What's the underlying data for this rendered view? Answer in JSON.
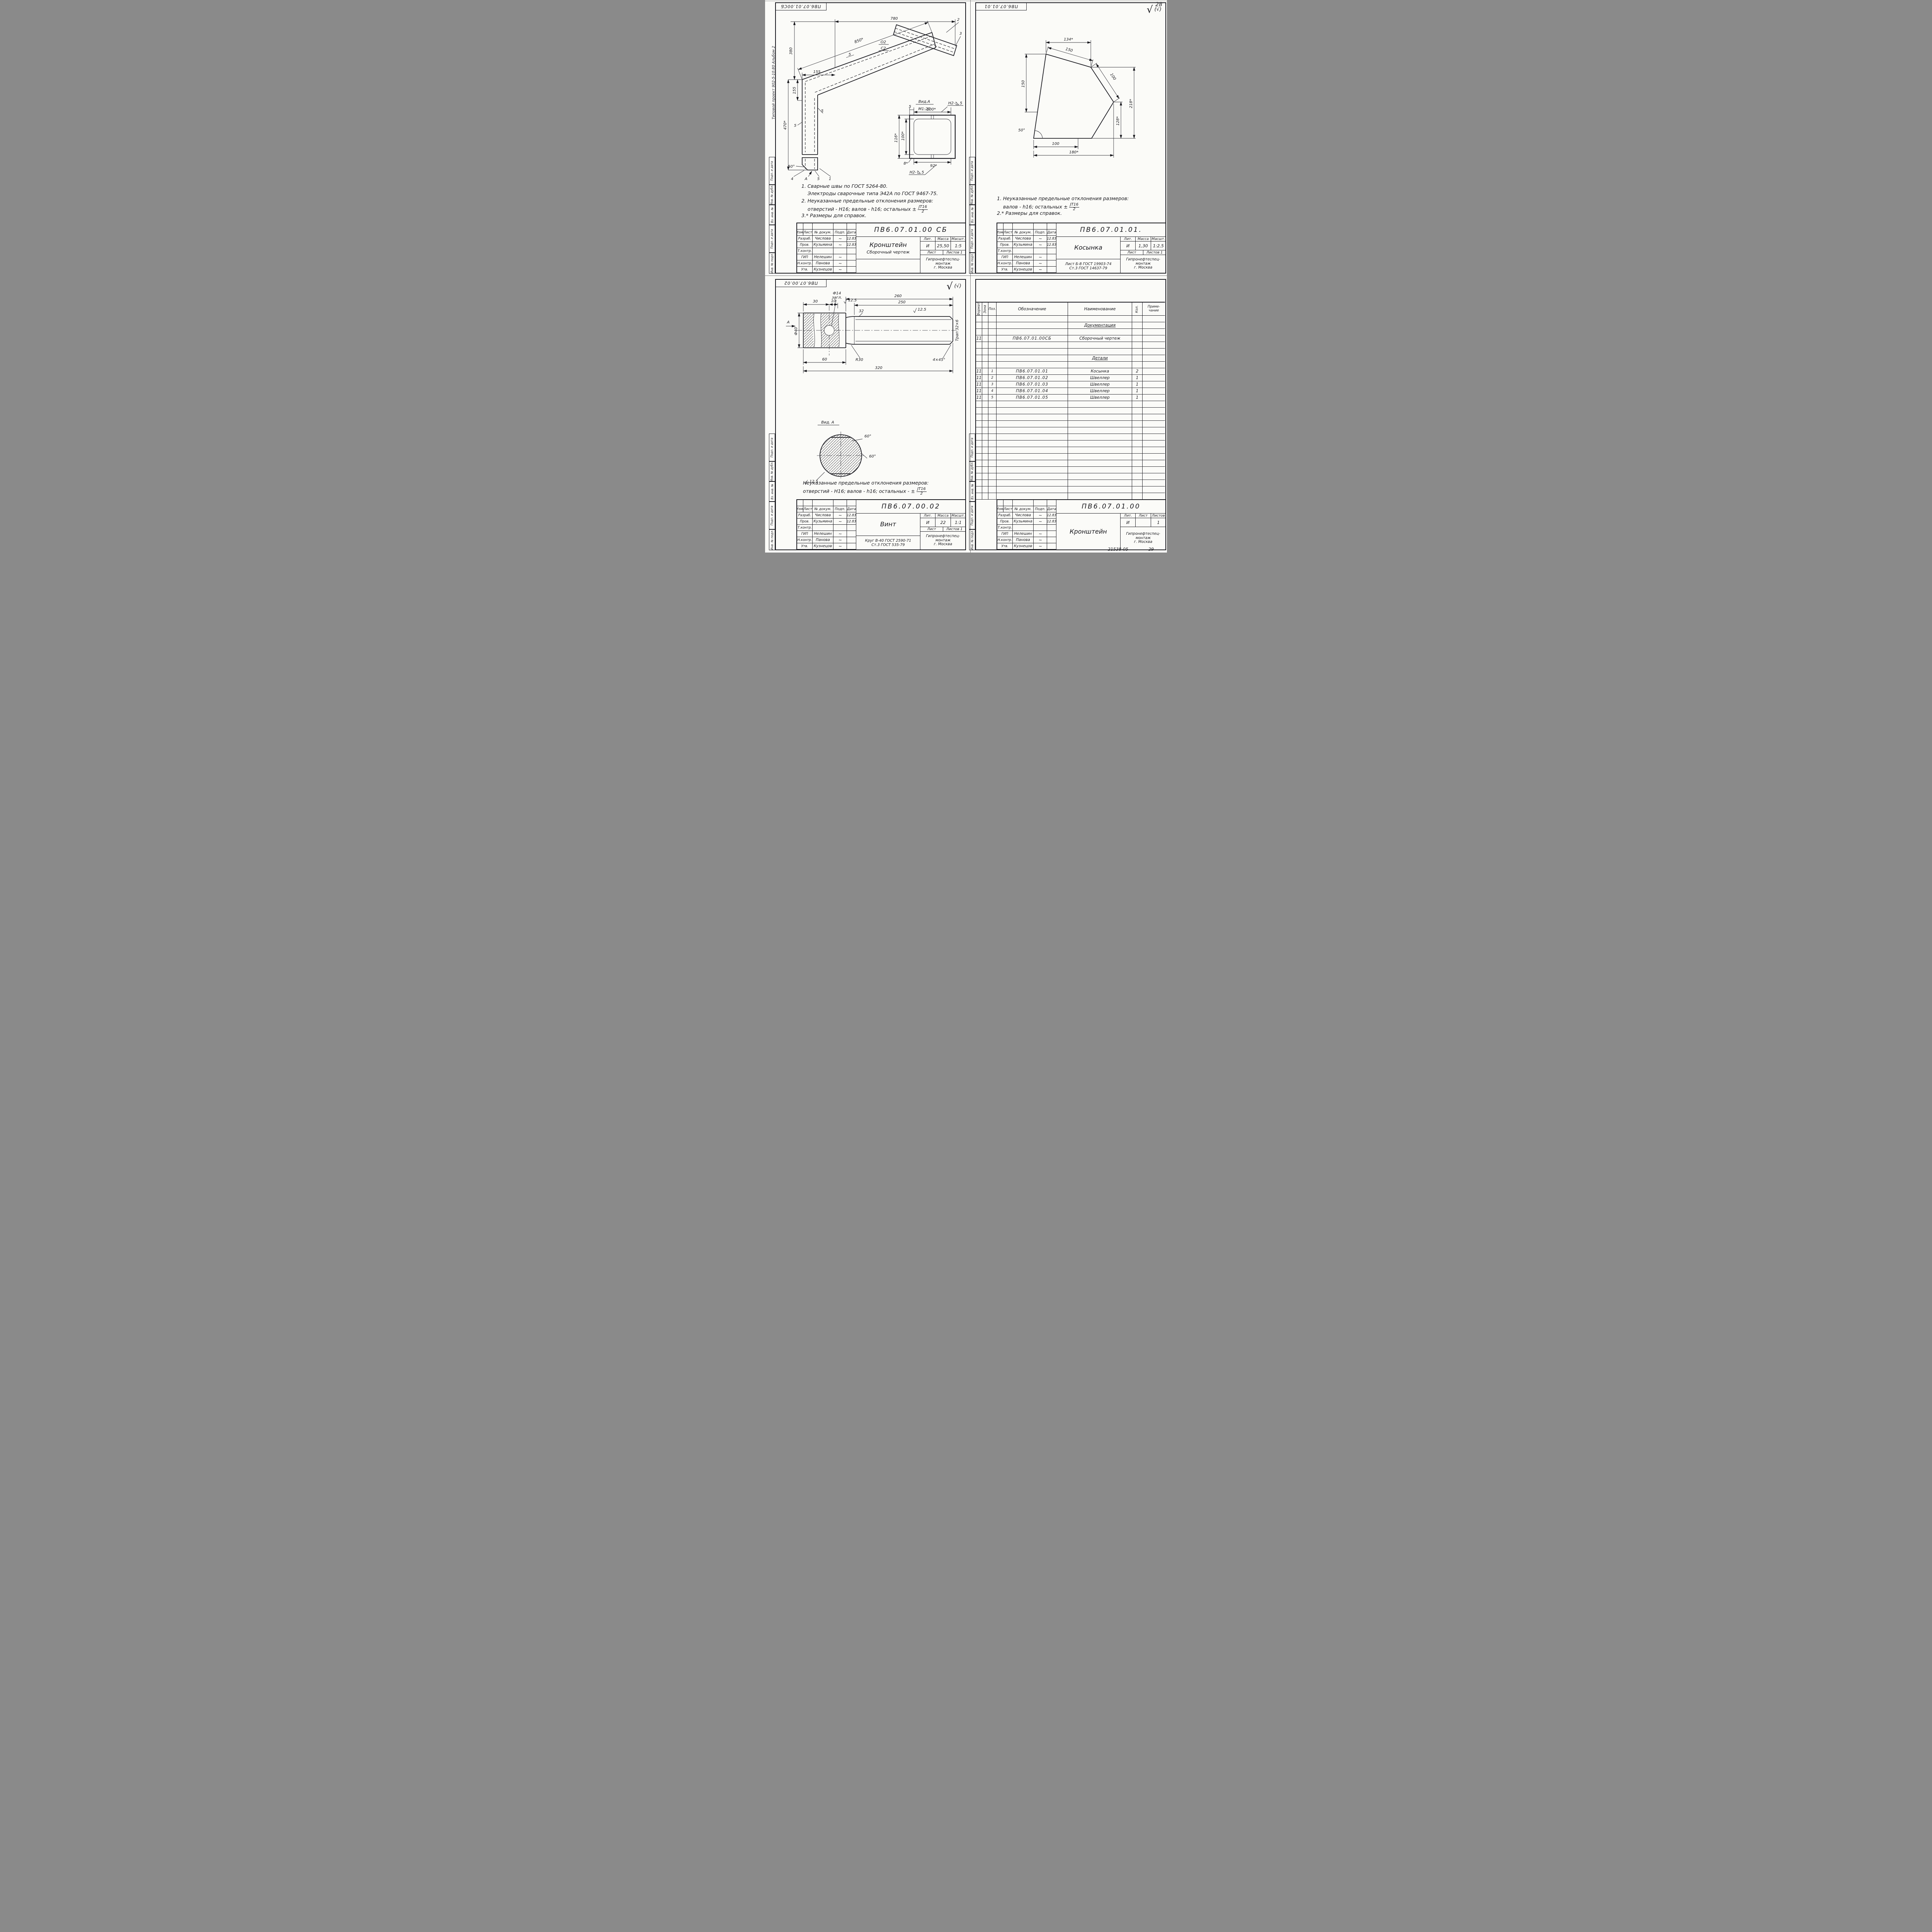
{
  "page": {
    "number": "28",
    "footer_order": "21538-05",
    "footer_sheet": "29"
  },
  "common": {
    "margin_note": "Типовой проект 902-5-10.80 Альбом 2",
    "side_stamps": [
      "Подп. и дата",
      "Инв. № дубл.",
      "Вз. инв. №",
      "Подп. и дата",
      "Инв. № подл."
    ],
    "tb": {
      "header": [
        "Изм.",
        "Лист",
        "№ докум.",
        "Подп.",
        "Дата"
      ],
      "rows": [
        {
          "role": "Разраб.",
          "name": "Числова",
          "sig": "~",
          "date": "12.83"
        },
        {
          "role": "Пров.",
          "name": "Кузьмина",
          "sig": "~",
          "date": "12.83"
        },
        {
          "role": "Т.контр.",
          "name": "",
          "sig": "",
          "date": ""
        },
        {
          "role": "ГИП",
          "name": "Нелешин",
          "sig": "~",
          "date": ""
        },
        {
          "role": "Н.контр.",
          "name": "Панова",
          "sig": "~",
          "date": ""
        },
        {
          "role": "Утв.",
          "name": "Кузнецов",
          "sig": "~",
          "date": ""
        }
      ],
      "lit_label": "Лит.",
      "massa_label": "Масса",
      "masshtab_label": "Масшт.",
      "list_label": "Лист",
      "listov_label": "Листов",
      "listov_value": "1",
      "org": "Гипронефтеспец-\nмонтаж\nг. Москва"
    }
  },
  "q1": {
    "stamp": "ПВ6.07.01.00СБ",
    "dims": {
      "d780": "780",
      "d850": "850*",
      "w5a": "5",
      "d380": "380",
      "d470": "470*",
      "d155v": "155",
      "d155h": "155",
      "a50": "50°",
      "w5b": "5",
      "w5c": "5",
      "p1": "1",
      "p2": "2",
      "p3": "3",
      "p4": "4",
      "p5": "5",
      "pA": "А",
      "o2": "О2",
      "c2": "С2"
    },
    "section": {
      "title": "Вид.А",
      "scale": "М1:20",
      "w5": "5",
      "d100t": "100*",
      "weld": "Н2-",
      "weldsize": "5",
      "d116": "116*",
      "d100l": "100*",
      "d8": "8*",
      "d92": "92*",
      "weldb": "Н2-",
      "weldbsize": "5"
    },
    "notes": {
      "n1": "1. Сварные швы по ГОСТ 5264-80.",
      "n1b": "Электроды сварочные типа Э42А по ГОСТ 9467-75.",
      "n2": "2. Неуказанные предельные отклонения размеров:",
      "tol_pre": "отверстий - Н16;  валов - h16;  остальных ±",
      "tol_num": "JT16",
      "tol_den": "2",
      "n3": "3.* Размеры для справок."
    },
    "tb": {
      "designation": "ПВ6.07.01.00 СБ",
      "name": "Кронштейн",
      "subtitle": "Сборочный чертеж",
      "lit": "И",
      "massa": "25,50",
      "masshtab": "1:5",
      "mat1": "",
      "mat2": ""
    }
  },
  "q2": {
    "stamp": "ПВ6.07.01.01",
    "finish_main": "√",
    "finish_ref": "(√)",
    "dims": {
      "d134": "134*",
      "d150s": "150",
      "d100s": "100",
      "d218": "218*",
      "d128": "128*",
      "d150v": "150",
      "a50": "50°",
      "d100b": "100",
      "d180": "180*"
    },
    "notes": {
      "n1": "1. Неуказанные предельные отклонения размеров:",
      "tol_pre": "валов - h16;  остальных ±",
      "tol_num": "JT16",
      "tol_den": "2",
      "n2": "2.* Размеры для справок."
    },
    "tb": {
      "designation": "ПВ6.07.01.01.",
      "name": "Косынка",
      "subtitle": "",
      "lit": "И",
      "massa": "1,30",
      "masshtab": "1:2,5",
      "mat1": "Лист Б-8 ГОСТ 19903-74",
      "mat2": "Ст.3 ГОСТ 14637-79"
    }
  },
  "q3": {
    "stamp": "ПВ6.07.00.02",
    "finish_main": "√",
    "finish_ref": "(√)",
    "dims": {
      "f40": "Ф40",
      "pA": "А",
      "d30": "30",
      "d10": "10",
      "f14": "Ф14",
      "f14note": "загл.",
      "r125a": "12.5",
      "d260": "260",
      "d250": "250",
      "d32": "32",
      "r125b": "12.5",
      "trap": "Трап 32×6",
      "r30": "R30",
      "ch": "4×45°",
      "d60": "60",
      "d320": "320"
    },
    "view": {
      "title": "Вид. А",
      "a60a": "60°",
      "a60b": "60°",
      "r125": "12.5"
    },
    "notes": {
      "n1": "Неуказанные предельные отклонения размеров:",
      "tol_pre": "отверстий - Н16;  валов - h16;  остальных - ±",
      "tol_num": "JT16",
      "tol_den": "2"
    },
    "tb": {
      "designation": "ПВ6.07.00.02",
      "name": "Винт",
      "subtitle": "",
      "lit": "И",
      "massa": "22",
      "masshtab": "1:1",
      "mat1": "Круг В-40 ГОСТ 2590-71",
      "mat2": "Ст.3 ГОСТ 535-79"
    }
  },
  "q4": {
    "headers": {
      "format": "Формат",
      "zona": "Зона",
      "poz": "Поз.",
      "obozn": "Обозначение",
      "naimen": "Наименование",
      "kol": "Кол.",
      "prim1": "Приме-",
      "prim2": "чание"
    },
    "rows": [
      {},
      {
        "section": "Документация"
      },
      {},
      {
        "format": "11",
        "code": "ПВ6.07.01.00СБ",
        "name": "Сборочный чертеж"
      },
      {},
      {},
      {
        "section": "Детали"
      },
      {},
      {
        "format": "11",
        "pos": "1",
        "code": "ПВ6.07.01.01",
        "name": "Косынка",
        "qty": "2"
      },
      {
        "format": "11",
        "pos": "2",
        "code": "ПВ6.07.01.02",
        "name": "Швеллер",
        "qty": "1"
      },
      {
        "format": "11",
        "pos": "3",
        "code": "ПВ6.07.01.03",
        "name": "Швеллер",
        "qty": "1"
      },
      {
        "format": "11",
        "pos": "4",
        "code": "ПВ6.07.01.04",
        "name": "Швеллер",
        "qty": "1"
      },
      {
        "format": "11",
        "pos": "5",
        "code": "ПВ6.07.01.05",
        "name": "Швеллер",
        "qty": "1"
      },
      {},
      {},
      {},
      {},
      {},
      {},
      {},
      {},
      {},
      {},
      {},
      {},
      {},
      {},
      {}
    ],
    "tb": {
      "designation": "ПВ6.07.01.00",
      "name": "Кронштейн",
      "lit": "И",
      "list": "",
      "listov": "1"
    }
  }
}
